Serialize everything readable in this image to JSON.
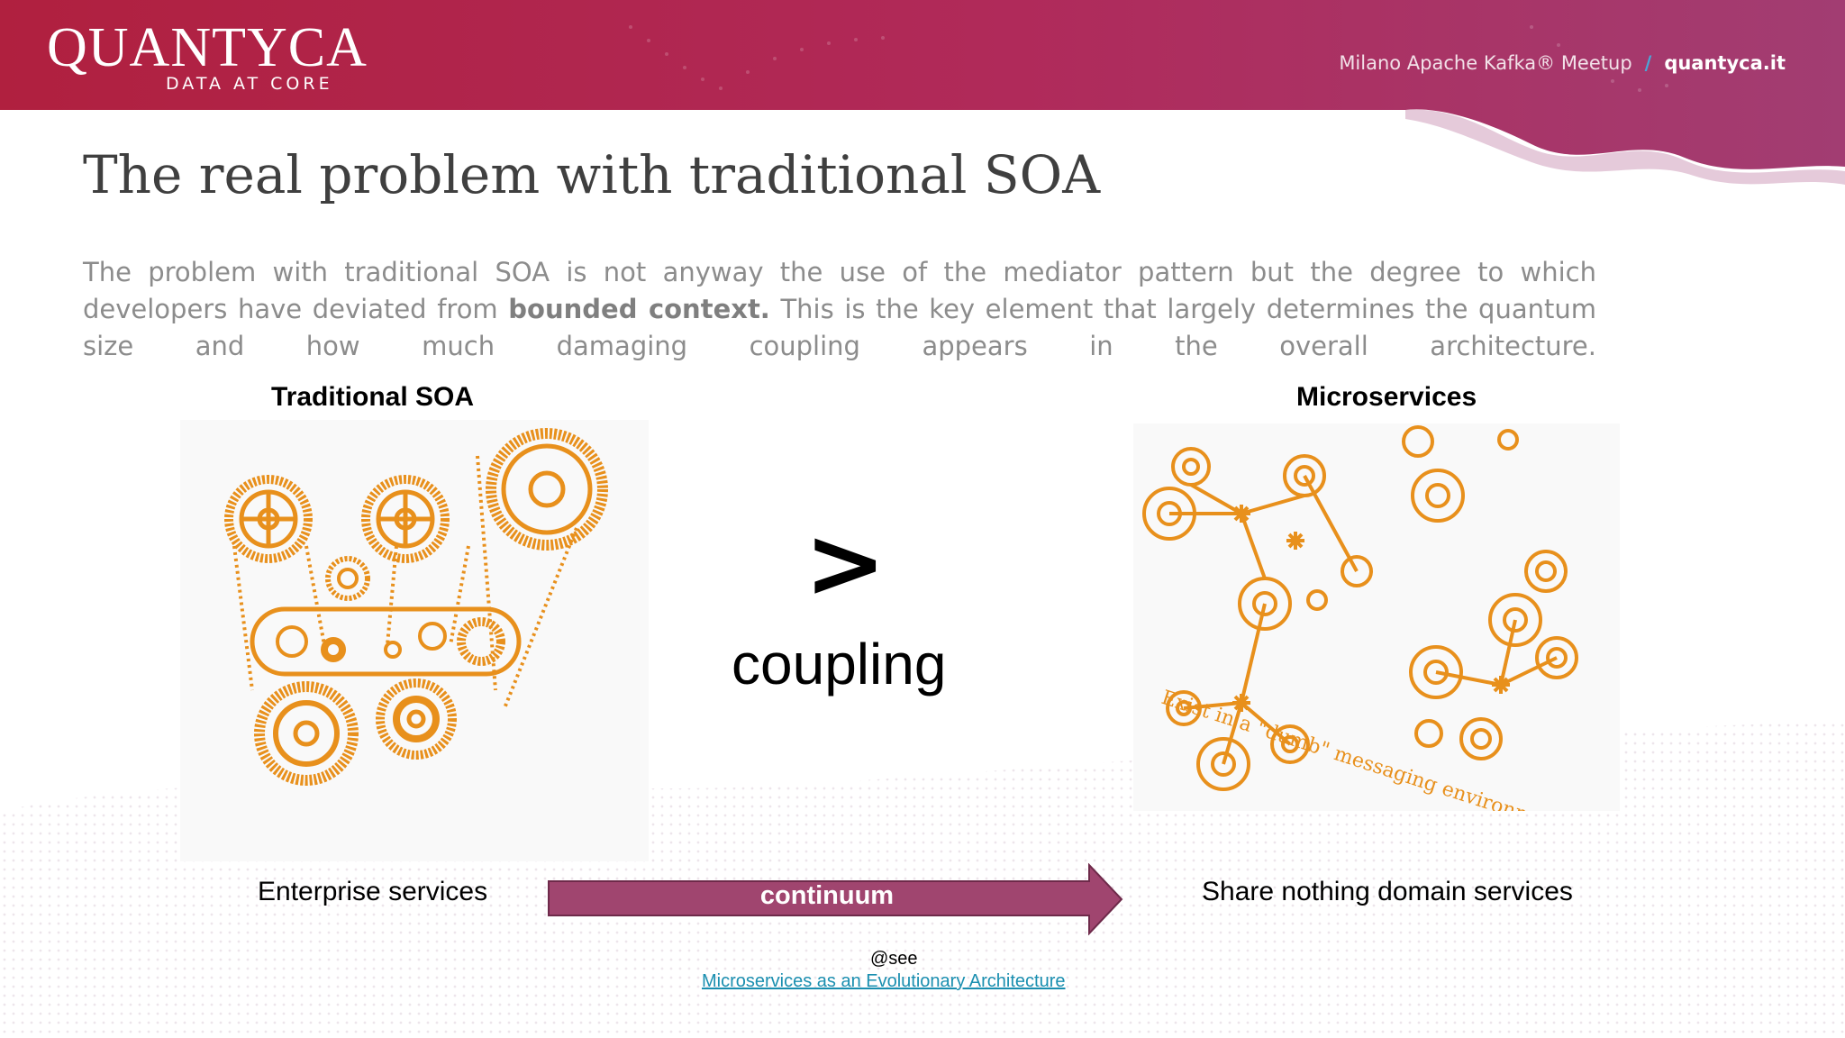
{
  "header": {
    "logo_main": "QUANTYCA",
    "logo_sub": "DATA AT CORE",
    "event": "Milano Apache Kafka® Meetup",
    "separator": "/",
    "site": "quantyca.it"
  },
  "slide": {
    "title": "The real problem with traditional SOA",
    "paragraph": {
      "part1": "The problem with traditional SOA is not anyway the use of the mediator pattern but the degree to which developers have deviated from ",
      "bold": "bounded context.",
      "part2": " This is the key element that  largely determines the quantum size and how much damaging coupling appears in the overall architecture."
    },
    "left_label": "Traditional SOA",
    "right_label": "Microservices",
    "comparator": ">",
    "comparator_word": "coupling",
    "left_caption": "Enterprise services",
    "right_caption": "Share nothing domain services",
    "arrow_label": "continuum",
    "see_prefix": "@see",
    "link_text": "Microservices as an Evolutionary Architecture",
    "ms_image_text": "Exist in a \"dumb\" messaging environment"
  },
  "colors": {
    "header": "#b0224f",
    "arrow": "#a0456f",
    "gear": "#e8901c",
    "link": "#1a8fb0"
  }
}
